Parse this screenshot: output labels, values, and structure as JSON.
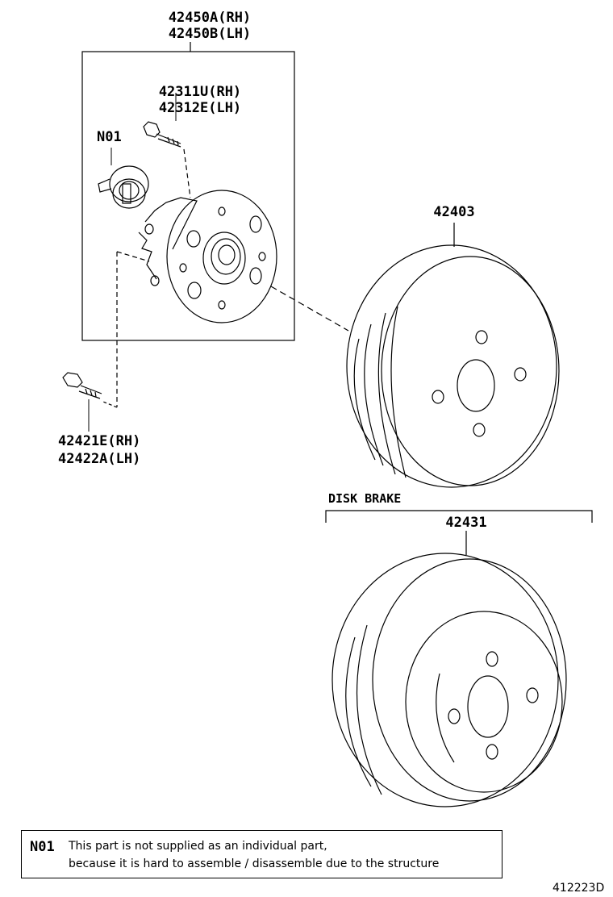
{
  "labels": {
    "hub_assembly_rh": "42450A(RH)",
    "hub_assembly_lh": "42450B(LH)",
    "hub_bolt_rh": "42311U(RH)",
    "hub_bolt_lh": "42312E(LH)",
    "n01": "N01",
    "bolt_rh": "42421E(RH)",
    "bolt_lh": "42422A(LH)",
    "drum": "42403",
    "disk_brake_group": "DISK BRAKE",
    "disc": "42431"
  },
  "note": {
    "code": "N01",
    "line1": "This part is not supplied as an individual part,",
    "line2": "because it is hard to assemble / disassemble due to the structure"
  },
  "diagram_id": "412223D"
}
